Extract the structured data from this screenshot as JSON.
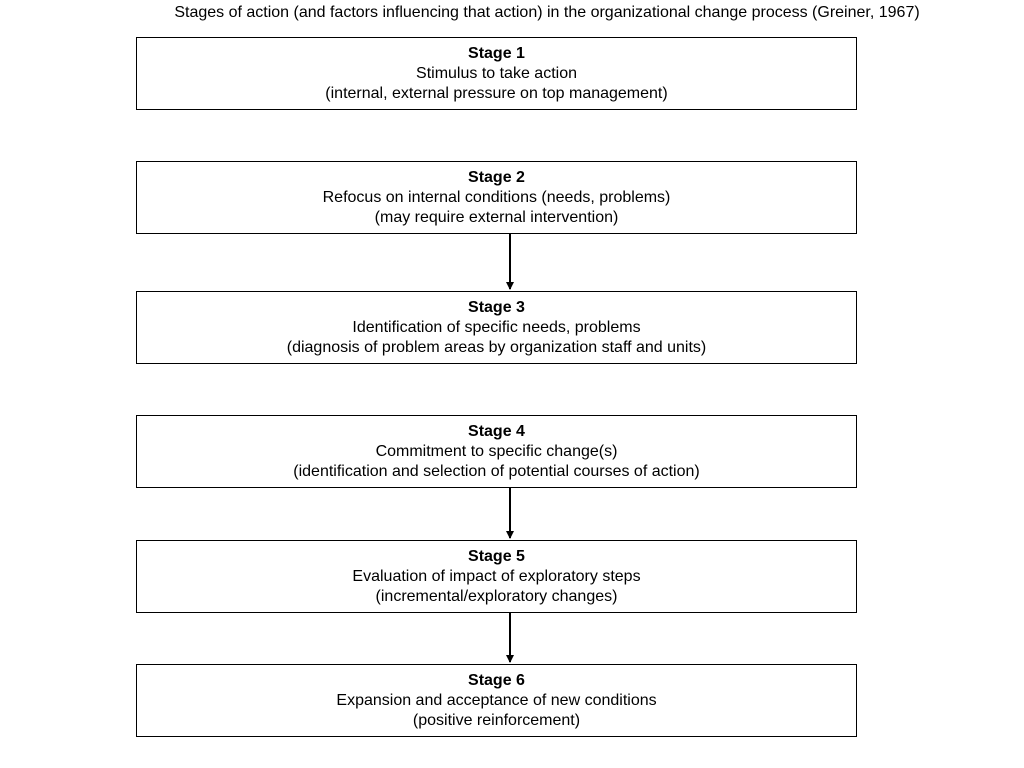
{
  "title": "Stages of action (and factors influencing that action) in the organizational change process (Greiner, 1967)",
  "stages": [
    {
      "heading": "Stage 1",
      "line1": "Stimulus to take action",
      "line2": "(internal, external pressure on top management)"
    },
    {
      "heading": "Stage 2",
      "line1": "Refocus on internal conditions (needs, problems)",
      "line2": "(may require external intervention)"
    },
    {
      "heading": "Stage 3",
      "line1": "Identification of specific needs, problems",
      "line2": "(diagnosis of problem areas by organization staff and units)"
    },
    {
      "heading": "Stage 4",
      "line1": "Commitment to specific change(s)",
      "line2": "(identification and selection of potential courses of action)"
    },
    {
      "heading": "Stage 5",
      "line1": "Evaluation of impact of exploratory steps",
      "line2": "(incremental/exploratory changes)"
    },
    {
      "heading": "Stage 6",
      "line1": "Expansion and acceptance of new conditions",
      "line2": "(positive reinforcement)"
    }
  ],
  "connectors": [
    {
      "from": "Stage 2",
      "to": "Stage 3"
    },
    {
      "from": "Stage 4",
      "to": "Stage 5"
    },
    {
      "from": "Stage 5",
      "to": "Stage 6"
    }
  ],
  "colors": {
    "line": "#000000",
    "background": "#ffffff"
  }
}
